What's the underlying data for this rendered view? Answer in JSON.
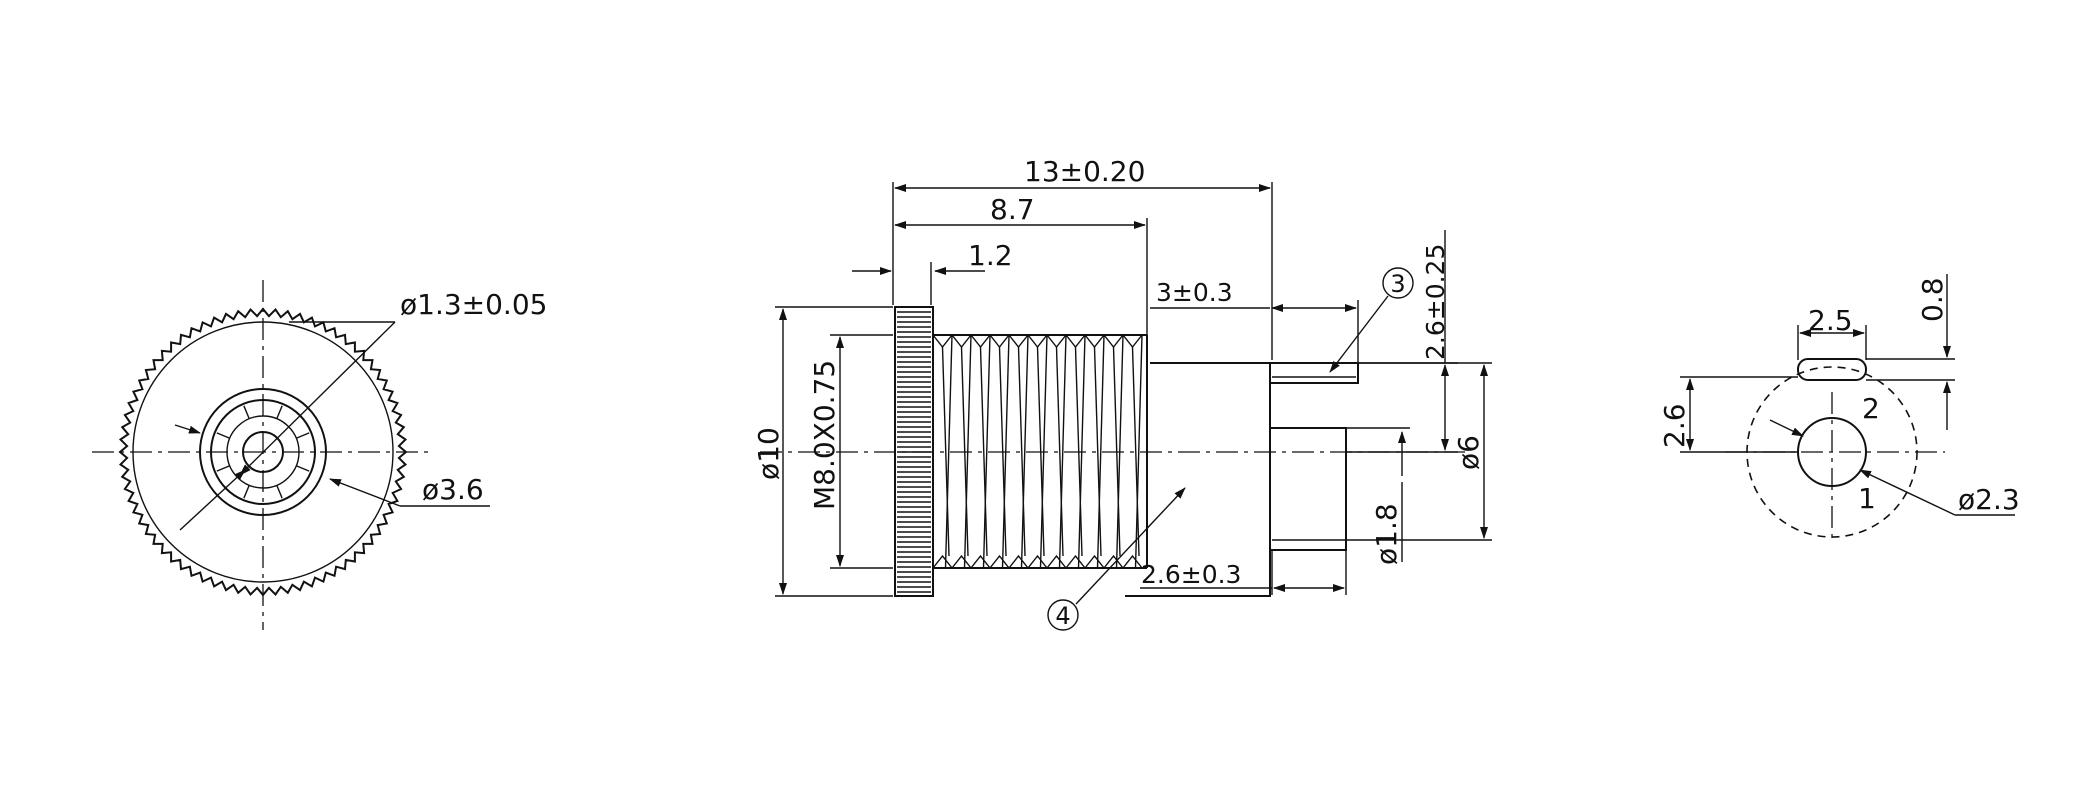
{
  "front_view": {
    "labels": {
      "hole_diameter": "ø1.3±0.05",
      "bore_diameter": "ø3.6"
    }
  },
  "side_view": {
    "labels": {
      "overall_length": "13±0.20",
      "body_length": "8.7",
      "flange_thickness": "1.2",
      "pin3_length": "3±0.3",
      "pin3_offset": "2.6±0.25",
      "flange_diameter": "ø10",
      "thread_spec": "M8.0X0.75",
      "tail_diameter": "ø6",
      "pin_diameter": "ø1.8",
      "pin2_length": "2.6±0.3"
    },
    "callouts": {
      "c3": "3",
      "c4": "4"
    }
  },
  "pin_view": {
    "labels": {
      "slot_width": "2.5",
      "slot_height": "0.8",
      "slot_offset": "2.6",
      "hole_diameter": "ø2.3"
    },
    "pins": {
      "p1": "1",
      "p2": "2"
    }
  },
  "colors": {
    "ink": "#111111",
    "paper": "#ffffff"
  }
}
